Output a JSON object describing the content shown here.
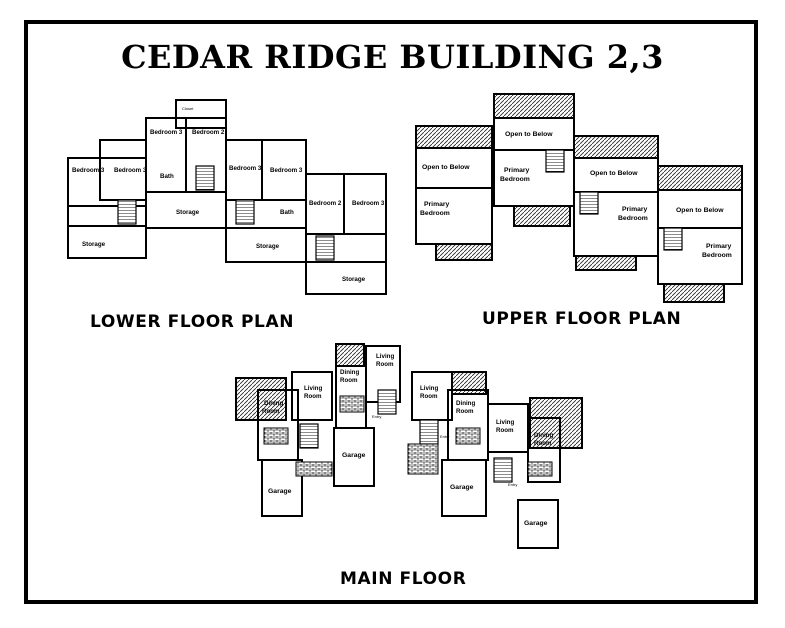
{
  "title": "CEDAR RIDGE BUILDING 2,3",
  "sections": {
    "lower": "LOWER FLOOR PLAN",
    "upper": "UPPER FLOOR PLAN",
    "main": "MAIN FLOOR"
  },
  "rooms": {
    "bedroom_2": "Bedroom 2",
    "bedroom_3": "Bedroom 3",
    "storage": "Storage",
    "bath": "Bath",
    "closet": "Closet",
    "open_to_below": "Open to Below",
    "primary": "Primary",
    "bedroom": "Bedroom",
    "dining": "Dining",
    "room": "Room",
    "living": "Living",
    "garage": "Garage",
    "entry": "Entry"
  }
}
